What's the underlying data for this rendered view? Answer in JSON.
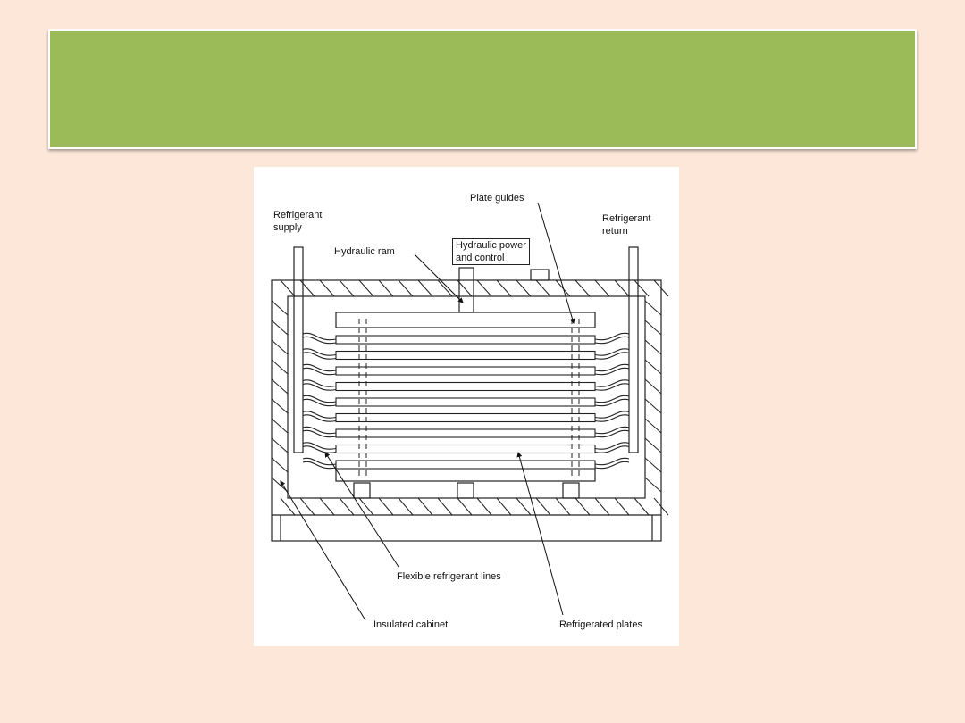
{
  "slide": {
    "title": "",
    "colors": {
      "background": "#fce7d8",
      "title_band": "#9bbb59"
    }
  },
  "diagram": {
    "labels": {
      "refrigerant_supply_1": "Refrigerant",
      "refrigerant_supply_2": "supply",
      "plate_guides": "Plate guides",
      "refrigerant_return_1": "Refrigerant",
      "refrigerant_return_2": "return",
      "hydraulic_ram": "Hydraulic ram",
      "hydraulic_power_1": "Hydraulic power",
      "hydraulic_power_2": "and control",
      "flexible_lines": "Flexible refrigerant lines",
      "insulated_cabinet": "Insulated cabinet",
      "refrigerated_plates": "Refrigerated plates"
    },
    "plate_count": 9
  }
}
